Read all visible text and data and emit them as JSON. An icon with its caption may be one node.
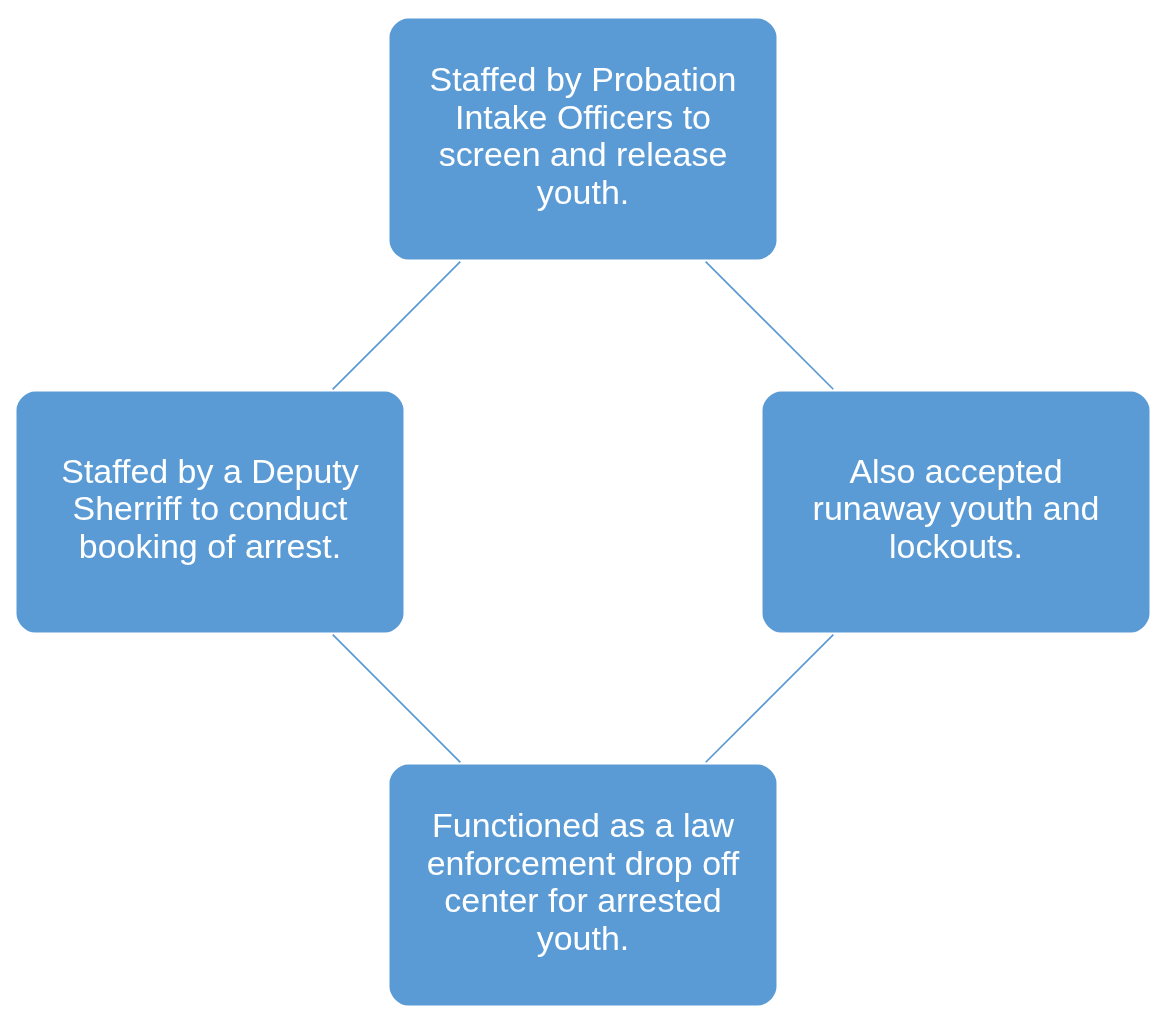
{
  "diagram": {
    "nodes": [
      {
        "text": [
          "Functioned as a law enforcement drop off center for arrested youth."
        ]
      },
      {
        "text": [
          "Also accepted runaway youth and lockouts."
        ]
      },
      {
        "text": [
          "Staffed by a Deputy Sherriff to conduct booking of arrest."
        ]
      },
      {
        "text": [
          "Staffed by Probation Intake Officers to screen and release youth."
        ]
      }
    ],
    "edges": [
      {
        "from": 0,
        "to": 2,
        "arrow": "none"
      },
      {
        "from": 2,
        "to": 3,
        "arrow": "none"
      },
      {
        "from": 3,
        "to": 1,
        "arrow": "none"
      },
      {
        "from": 1,
        "to": 0,
        "arrow": "none"
      }
    ]
  }
}
